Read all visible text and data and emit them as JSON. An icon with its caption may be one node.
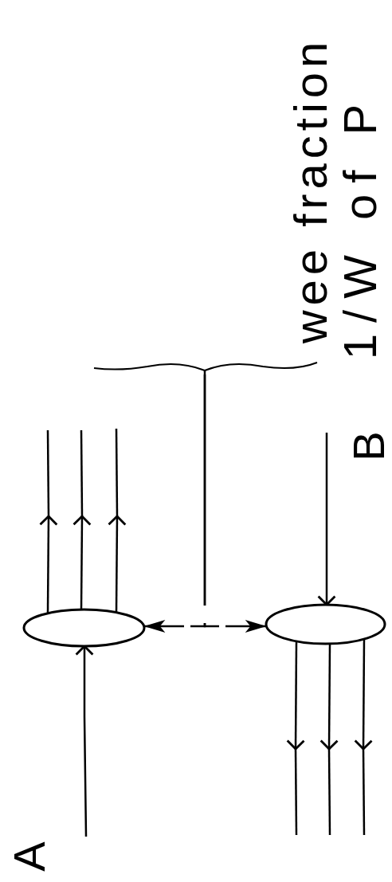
{
  "diagram": {
    "nodes": [
      {
        "text": [],
        "shape": "ellipse"
      },
      {
        "text": [],
        "shape": "ellipse"
      },
      {
        "text": [
          "wee fraction",
          "1/W of P"
        ]
      }
    ],
    "edges": [
      {
        "from": null,
        "to": 0,
        "arrow": "to"
      },
      {
        "from": 0,
        "to": null,
        "arrow": "to"
      },
      {
        "from": 0,
        "to": null,
        "arrow": "to"
      },
      {
        "from": 0,
        "to": null,
        "arrow": "to"
      },
      {
        "from": null,
        "to": 1,
        "arrow": "to"
      },
      {
        "from": 1,
        "to": null,
        "arrow": "to"
      },
      {
        "from": 1,
        "to": null,
        "arrow": "to"
      },
      {
        "from": 1,
        "to": null,
        "arrow": "to"
      },
      {
        "from": 2,
        "to": 0,
        "arrow": "to",
        "style": "dashed"
      },
      {
        "from": 2,
        "to": 1,
        "arrow": "to",
        "style": "dashed"
      }
    ],
    "labels": [
      "A",
      "B"
    ]
  }
}
